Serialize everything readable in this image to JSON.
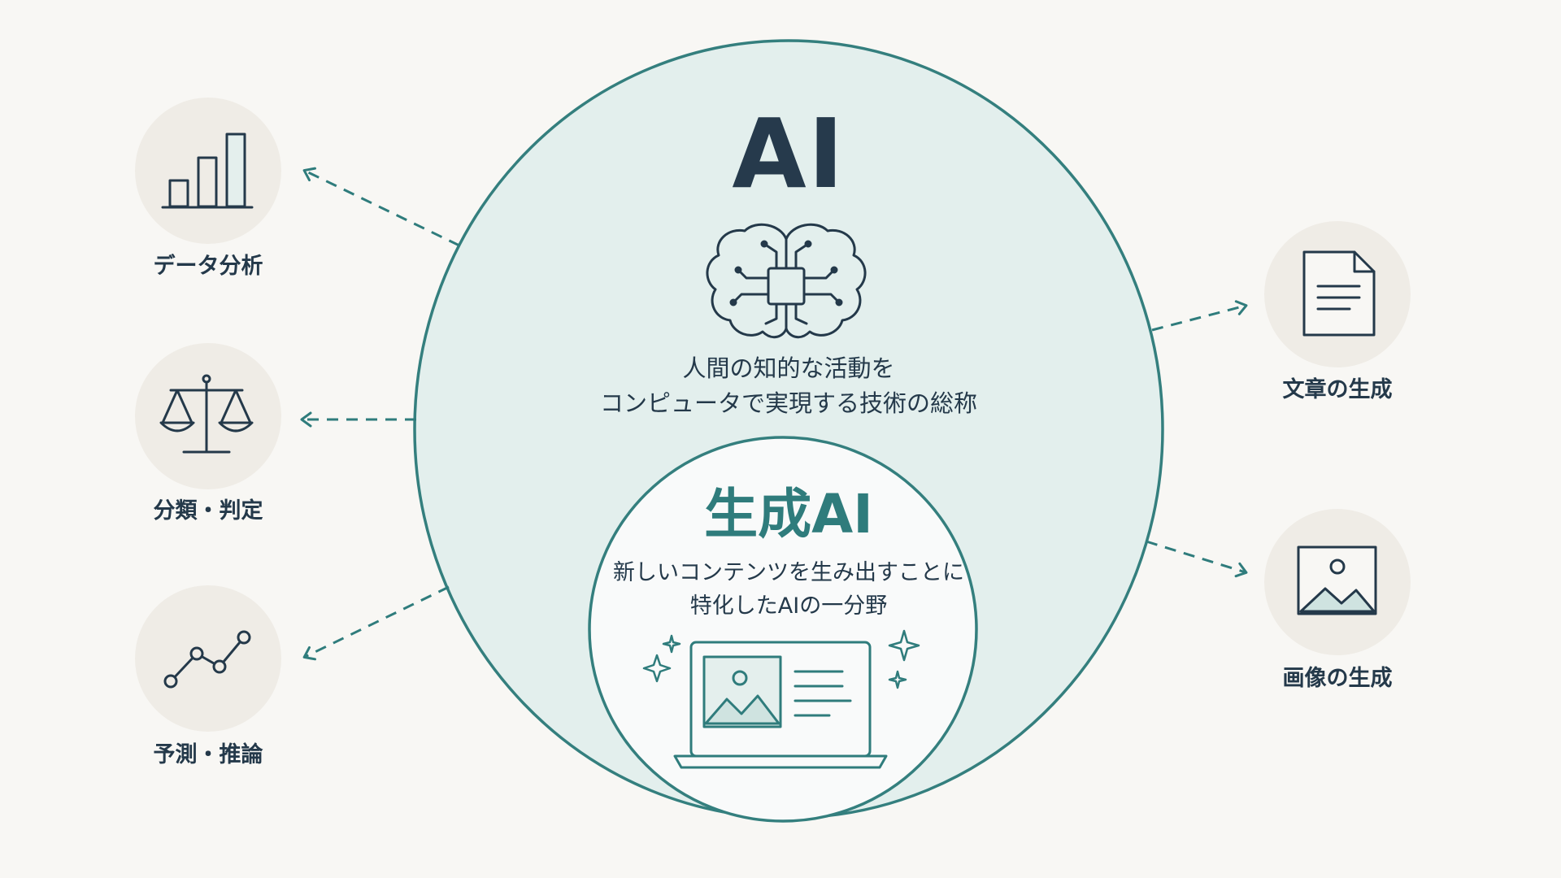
{
  "ai": {
    "title": "AI",
    "description_line1": "人間の知的な活動を",
    "description_line2": "コンピュータで実現する技術の総称",
    "icon": "brain-circuit-icon"
  },
  "generative_ai": {
    "title": "生成AI",
    "description_line1": "新しいコンテンツを生み出すことに",
    "description_line2": "特化したAIの一分野",
    "icon": "laptop-image-sparkles-icon"
  },
  "left_items": [
    {
      "label": "データ分析",
      "icon": "bar-chart-icon"
    },
    {
      "label": "分類・判定",
      "icon": "balance-scale-icon"
    },
    {
      "label": "予測・推論",
      "icon": "line-graph-icon"
    }
  ],
  "right_items": [
    {
      "label": "文章の生成",
      "icon": "document-icon"
    },
    {
      "label": "画像の生成",
      "icon": "image-icon"
    }
  ],
  "colors": {
    "background": "#f8f7f4",
    "circle_fill": "#e3efed",
    "accent": "#2f7c7c",
    "text": "#24394a",
    "icon_bg": "#efece6"
  }
}
